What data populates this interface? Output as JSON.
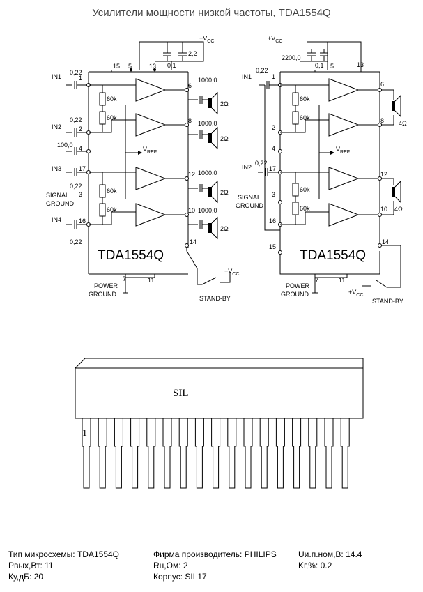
{
  "title": "Усилители мощности низкой частоты, TDA1554Q",
  "left_circuit": {
    "inputs": [
      "IN1",
      "IN2",
      "IN3",
      "IN4"
    ],
    "input_caps": [
      "0,22",
      "0,22",
      "0,22",
      "0,22"
    ],
    "cap_100": "100,0",
    "signal_ground": [
      "SIGNAL",
      "GROUND"
    ],
    "pins": [
      "1",
      "2",
      "4",
      "17",
      "3",
      "16",
      "15",
      "5",
      "13",
      "6",
      "8",
      "12",
      "10",
      "14",
      "7",
      "11"
    ],
    "resistors": [
      "60k",
      "60k",
      "60k",
      "60k"
    ],
    "vcc": "+V",
    "vcc_sub": "CC",
    "supply_caps": [
      "2,2",
      "0,1"
    ],
    "output_caps": [
      "1000,0",
      "1000,0",
      "1000,0",
      "1000,0"
    ],
    "loads": [
      "2Ω",
      "2Ω",
      "2Ω",
      "2Ω"
    ],
    "vref": "V",
    "vref_sub": "REF",
    "chip": "TDA1554Q",
    "power_ground": [
      "POWER",
      "GROUND"
    ],
    "standby": "STAND-BY",
    "standby_vcc": "+V",
    "standby_vcc_sub": "CC"
  },
  "right_circuit": {
    "inputs": [
      "IN1",
      "IN2"
    ],
    "input_caps": [
      "0,22",
      "0,22"
    ],
    "signal_ground": [
      "SIGNAL",
      "GROUND"
    ],
    "pins": [
      "1",
      "2",
      "4",
      "17",
      "3",
      "16",
      "15",
      "5",
      "13",
      "6",
      "8",
      "12",
      "10",
      "14",
      "7",
      "11"
    ],
    "resistors": [
      "60k",
      "60k",
      "60k",
      "60k"
    ],
    "vcc": "+V",
    "vcc_sub": "CC",
    "supply_caps": [
      "2200,0",
      "0,1"
    ],
    "loads": [
      "4Ω",
      "4Ω"
    ],
    "vref": "V",
    "vref_sub": "REF",
    "chip": "TDA1554Q",
    "power_ground": [
      "POWER",
      "GROUND"
    ],
    "standby": "STAND-BY",
    "standby_vcc": "+V",
    "standby_vcc_sub": "CC"
  },
  "package": {
    "label": "SIL",
    "pin1": "1"
  },
  "specs": {
    "chip_type": "Тип микросхемы: TDA1554Q",
    "manufacturer": "Фирма производитель: PHILIPS",
    "voltage": "Uи.п.ном,В: 14.4",
    "power": "Pвых,Вт: 11",
    "load": "Rн,Ом: 2",
    "thd": "Kг,%: 0.2",
    "gain": "Ку,дБ: 20",
    "package": "Корпус: SIL17"
  }
}
